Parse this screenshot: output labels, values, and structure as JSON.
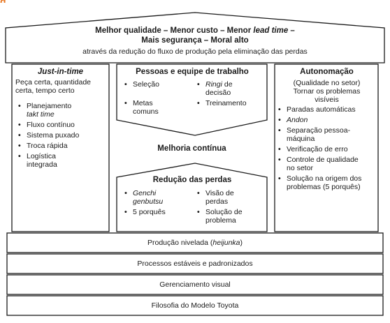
{
  "header": {
    "title_fragment": "g"
  },
  "roof": {
    "line1_a": "Melhor qualidade – Menor custo – Menor ",
    "line1_b": "lead time",
    "line1_c": " –",
    "line2": "Mais segurança – Moral alto",
    "subtitle": "através da redução do fluxo de produção pela eliminação das perdas"
  },
  "left_pillar": {
    "title": "Just-in-time",
    "intro": "Peça certa, quantidade certa, tempo certo",
    "items": [
      {
        "a": "Planejamento",
        "b": "takt time"
      },
      {
        "a": "Fluxo contínuo"
      },
      {
        "a": "Sistema puxado"
      },
      {
        "a": "Troca rápida"
      },
      {
        "a": "Logística integrada"
      }
    ]
  },
  "right_pillar": {
    "title": "Autonomação",
    "intro1": "(Qualidade no setor)",
    "intro2": "Tornar os problemas visíveis",
    "items": [
      "Paradas automáticas",
      "Andon",
      "Separação pessoa-máquina",
      "Verificação de erro",
      "Controle de qualidade no setor",
      "Solução na origem dos problemas (5 porquês)"
    ]
  },
  "people": {
    "title": "Pessoas e equipe de trabalho",
    "col1": [
      "Seleção",
      "Metas comuns"
    ],
    "col2_a": "Ringi",
    "col2_b": " de decisão",
    "col2_c": "Treinamento"
  },
  "middle": {
    "label": "Melhoria contínua"
  },
  "waste": {
    "title": "Redução das perdas",
    "col1_a": "Genchi genbutsu",
    "col1_b": "5 porquês",
    "col2_a": "Visão de perdas",
    "col2_b": "Solução de problema"
  },
  "foundation": {
    "row1_a": "Produção nivelada (",
    "row1_b": "heijunka",
    "row1_c": ")",
    "row2": "Processos estáveis e padronizados",
    "row3": "Gerenciamento visual",
    "row4": "Filosofia do Modelo Toyota"
  }
}
